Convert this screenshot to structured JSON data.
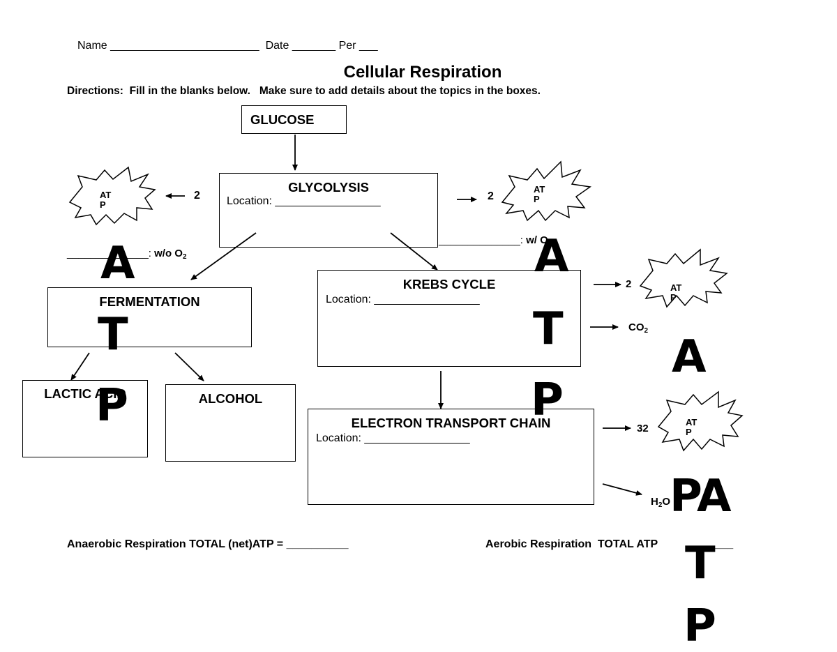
{
  "header": {
    "name_label": "Name",
    "name_blank": "________________________",
    "date_label": "Date",
    "date_blank": "_______",
    "per_label": "Per",
    "per_blank": "___"
  },
  "title": "Cellular Respiration",
  "directions": "Directions:  Fill in the blanks below.   Make sure to add details about the topics in the boxes.",
  "boxes": {
    "glucose": "GLUCOSE",
    "glycolysis": {
      "title": "GLYCOLYSIS",
      "location": "Location: _________________"
    },
    "fermentation": "FERMENTATION",
    "krebs": {
      "title": "KREBS CYCLE",
      "location": "Location: _________________"
    },
    "lactic_acid": "LACTIC ACID",
    "alcohol": "ALCOHOL",
    "etc": {
      "title": "ELECTRON TRANSPORT CHAIN",
      "location": "Location: _________________"
    }
  },
  "labels": {
    "glycolysis_left_count": "2",
    "glycolysis_right_count": "2",
    "without_o2_blank": "______________:",
    "without_o2": "w/o O",
    "with_o2_blank": "______________:",
    "with_o2": "w/ O",
    "o2_subscript": "2",
    "krebs_atp_count": "2",
    "co2": "CO",
    "co2_subscript": "2",
    "etc_atp_count": "32",
    "h2o": "H",
    "h2o_subscript": "2",
    "h2o_rest": "O"
  },
  "atp_burst_text": {
    "line1": "AT",
    "line2": "P"
  },
  "handwritten": {
    "a": "A",
    "t": "T",
    "p": "P",
    "pa": "PA"
  },
  "totals": {
    "anaerobic": "Anaerobic Respiration TOTAL (net)ATP = __________",
    "aerobic_label": "Aerobic Respiration  TOTAL ATP",
    "aerobic_blank": "______"
  }
}
